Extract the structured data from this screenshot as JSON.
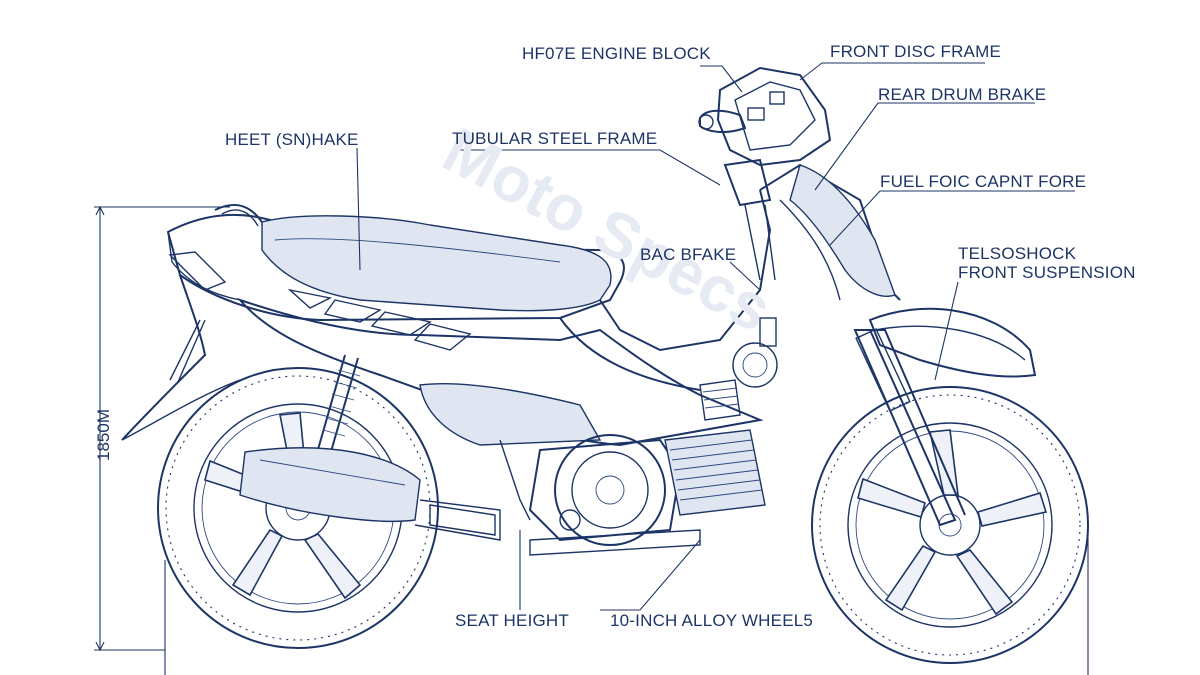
{
  "labels": {
    "engine_block": "HF07E ENGINE BLOCK",
    "front_disc_frame": "FRONT DISC FRAME",
    "rear_drum_brake": "REAR DRUM BRAKE",
    "heet_brake": "HEET (SN)HAKE",
    "tubular_frame": "TUBULAR STEEL FRAME",
    "fuel_tank": "FUEL FOIC CAPNT FORE",
    "back_brake": "BAC BFAKE",
    "suspension_line1": "TELSOSHOCK",
    "suspension_line2": "FRONT SUSPENSION",
    "seat_height": "SEAT HEIGHT",
    "alloy_wheels": "10-INCH ALLOY WHEEL5",
    "dimension": "1850M"
  },
  "colors": {
    "ink": "#1d3566",
    "paper": "#ffffff",
    "shade": "#dfe6f1"
  }
}
